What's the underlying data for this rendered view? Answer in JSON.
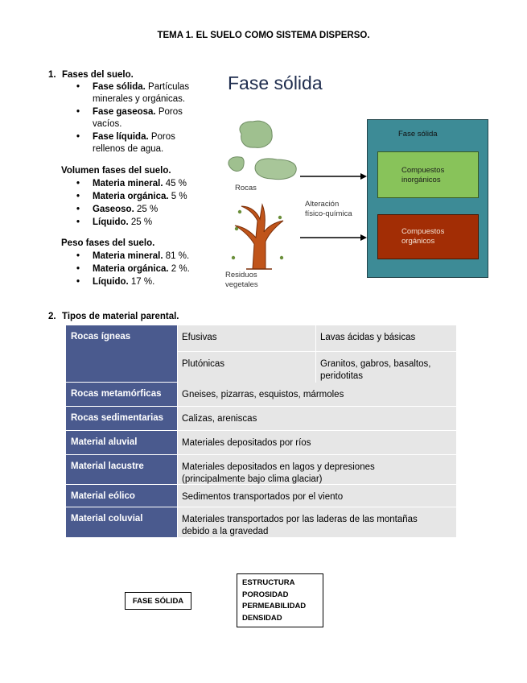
{
  "title": "TEMA 1. EL SUELO COMO SISTEMA DISPERSO.",
  "section1": {
    "number": "1.",
    "heading": "Fases del suelo.",
    "phases": [
      {
        "term": "Fase sólida.",
        "desc1": " Partículas",
        "desc2": "minerales y orgánicas."
      },
      {
        "term": "Fase gaseosa.",
        "desc1": " Poros",
        "desc2": "vacíos."
      },
      {
        "term": "Fase líquida.",
        "desc1": " Poros",
        "desc2": "rellenos de agua."
      }
    ],
    "volumen_heading": "Volumen fases del suelo.",
    "volumen": [
      {
        "term": "Materia mineral.",
        "value": " 45 %"
      },
      {
        "term": "Materia orgánica.",
        "value": " 5 %"
      },
      {
        "term": "Gaseoso.",
        "value": " 25 %"
      },
      {
        "term": "Líquido.",
        "value": " 25 %"
      }
    ],
    "peso_heading": "Peso fases del suelo.",
    "peso": [
      {
        "term": "Materia mineral.",
        "value": " 81 %."
      },
      {
        "term": "Materia orgánica.",
        "value": " 2 %."
      },
      {
        "term": "Líquido.",
        "value": " 17 %."
      }
    ]
  },
  "diagram": {
    "title": "Fase sólida",
    "outer_label": "Fase sólida",
    "inorganic_l1": "Compuestos",
    "inorganic_l2": "inorgánicos",
    "organic_l1": "Compuestos",
    "organic_l2": "orgánicos",
    "rocas": "Rocas",
    "alteracion_l1": "Alteración",
    "alteracion_l2": "físico-química",
    "residuos_l1": "Residuos",
    "residuos_l2": "vegetales",
    "colors": {
      "outer": "#3d8b96",
      "inorganic": "#88c35a",
      "organic": "#a22d05"
    }
  },
  "section2": {
    "number": "2.",
    "heading": "Tipos de material parental.",
    "igneas": {
      "category": "Rocas ígneas",
      "sub1": "Efusivas",
      "ex1": "Lavas ácidas y básicas",
      "sub2": "Plutónicas",
      "ex2a": "Granitos, gabros, basaltos,",
      "ex2b": "peridotitas"
    },
    "rows": [
      {
        "category": "Rocas metamórficas",
        "content": "Gneises, pizarras, esquistos, mármoles"
      },
      {
        "category": "Rocas sedimentarias",
        "content": "Calizas, areniscas"
      },
      {
        "category": "Material aluvial",
        "content": "Materiales depositados por ríos"
      },
      {
        "category": "Material lacustre",
        "content": "Materiales depositados en lagos y depresiones",
        "content2": "(principalmente bajo clima glaciar)"
      },
      {
        "category": "Material eólico",
        "content": "Sedimentos transportados por el viento"
      },
      {
        "category": "Material coluvial",
        "content": "Materiales transportados por las laderas de las montañas",
        "content2": "debido a la gravedad"
      }
    ]
  },
  "bottom": {
    "fase_box": "FASE SÓLIDA",
    "props": [
      "ESTRUCTURA",
      "POROSIDAD",
      "PERMEABILIDAD",
      "DENSIDAD"
    ]
  }
}
